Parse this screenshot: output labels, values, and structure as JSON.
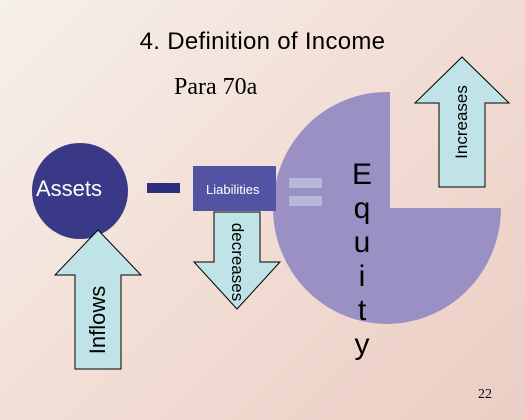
{
  "slide": {
    "title": "4. Definition of Income",
    "subtitle": "Para 70a",
    "page_number": "22"
  },
  "nodes": {
    "assets": "Assets",
    "liabilities": "Liabilities",
    "equity_letters": [
      "E",
      "q",
      "u",
      "i",
      "t",
      "y"
    ]
  },
  "arrows": {
    "inflows": "Inflows",
    "decreases": "decreases",
    "increases": "Increases"
  },
  "colors": {
    "assets_fill": "#3a3988",
    "liabilities_fill": "#5353a3",
    "equity_fill": "#9a90c4",
    "arrow_fill": "#bfe3e6",
    "minus_fill": "#2e2e7e",
    "equals_fill": "#b7b7d8"
  }
}
